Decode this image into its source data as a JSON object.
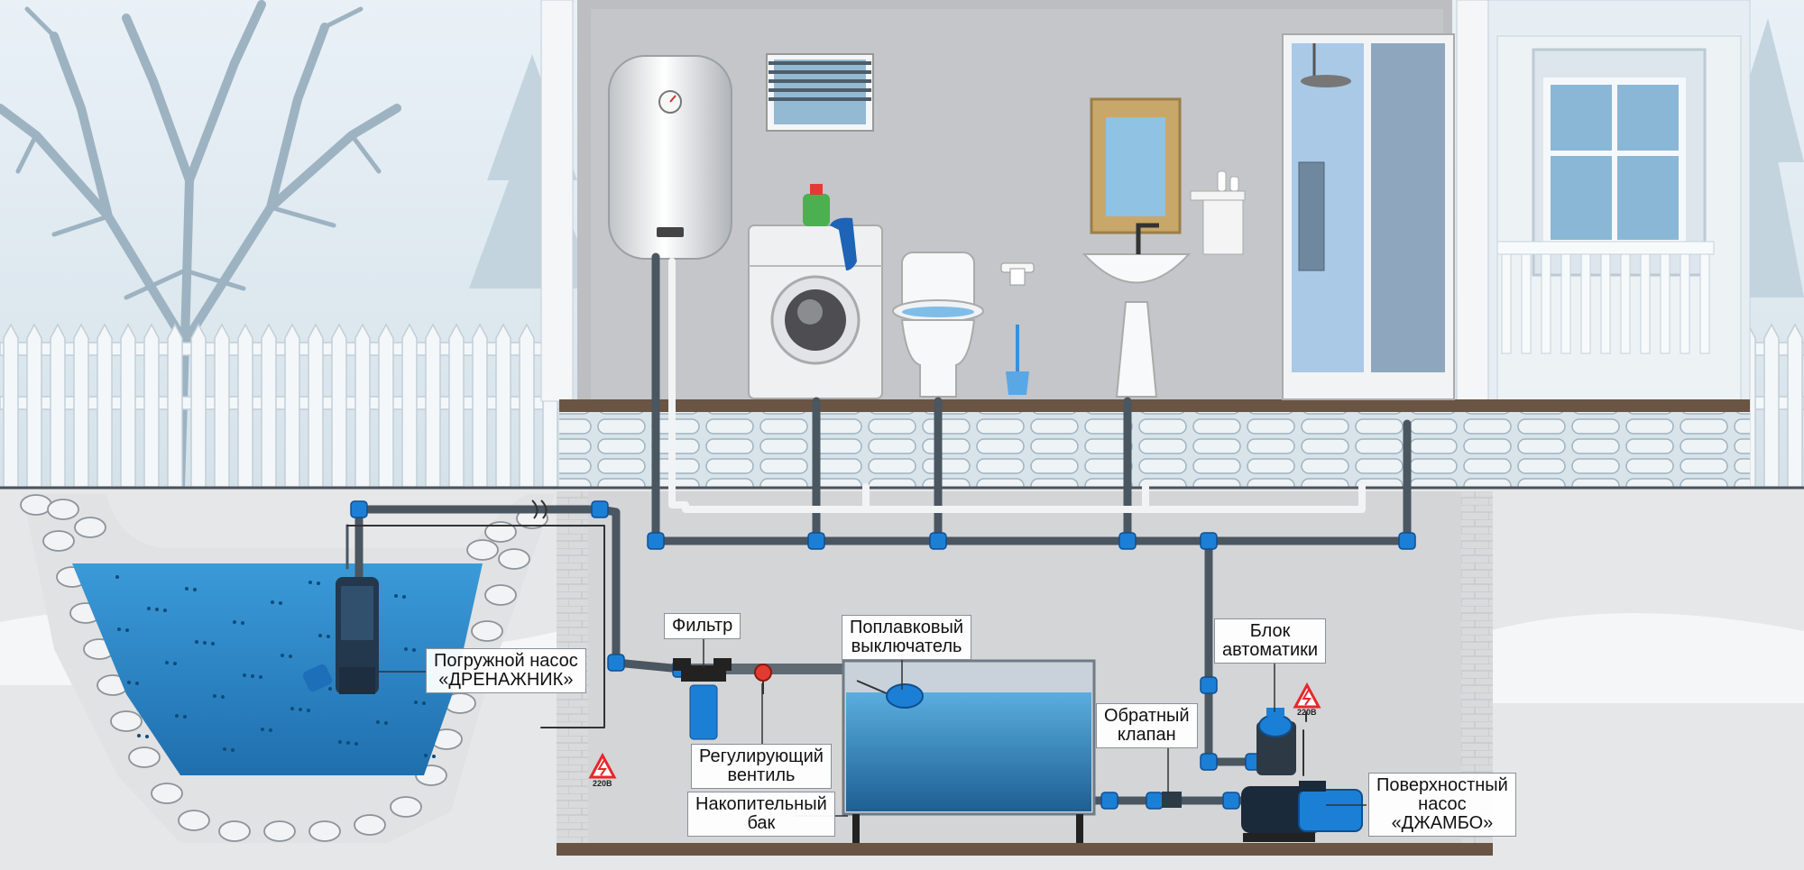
{
  "labels": {
    "filter": "Фильтр",
    "float_switch": [
      "Поплавковый",
      "выключатель"
    ],
    "submersible_pump": [
      "Погружной насос",
      "«ДРЕНАЖНИК»"
    ],
    "control_valve": [
      "Регулирующий",
      "вентиль"
    ],
    "storage_tank": [
      "Накопительный",
      "бак"
    ],
    "automation_block": [
      "Блок",
      "автоматики"
    ],
    "check_valve": [
      "Обратный",
      "клапан"
    ],
    "surface_pump": [
      "Поверхностный",
      "насос",
      "«ДЖАМБО»"
    ]
  },
  "voltage": "220В",
  "colors": {
    "sky": "#dfeaf2",
    "wall": "#b9bcc0",
    "ground": "#e4e5e6",
    "basement": "#d6d7d9",
    "pipe": "#4a5660",
    "fitting": "#1c7fd6",
    "water": "#2b86c8",
    "warning": "#e8262b"
  },
  "icons": [
    "tree-icon",
    "fence-icon",
    "water-heater-icon",
    "washing-machine-icon",
    "toilet-icon",
    "sink-icon",
    "shower-cabin-icon",
    "window-icon",
    "warning-icon"
  ]
}
